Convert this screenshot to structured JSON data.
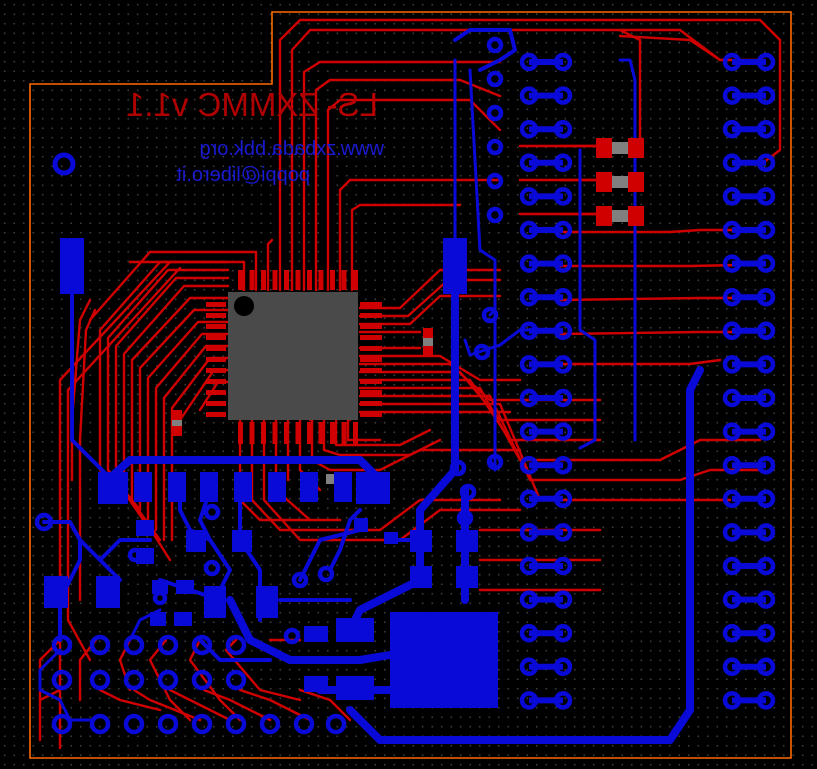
{
  "board": {
    "title_mirrored": "ZXMMC v1.1",
    "title_suffix_mirrored": "LS-",
    "url": "www.zxbada.bbk.org",
    "email": "poppi@libero.it"
  },
  "colors": {
    "background": "#000000",
    "outline": "#ff6a00",
    "top_copper": "#d10000",
    "bottom_copper": "#0a0ad8",
    "bottom_text": "#1a1ad0",
    "ic_body": "#4a4a4a",
    "resistor_body": "#808080"
  },
  "icons": [
    "ic-chip",
    "mounting-hole",
    "through-hole-pad",
    "smd-pad",
    "resistor"
  ]
}
